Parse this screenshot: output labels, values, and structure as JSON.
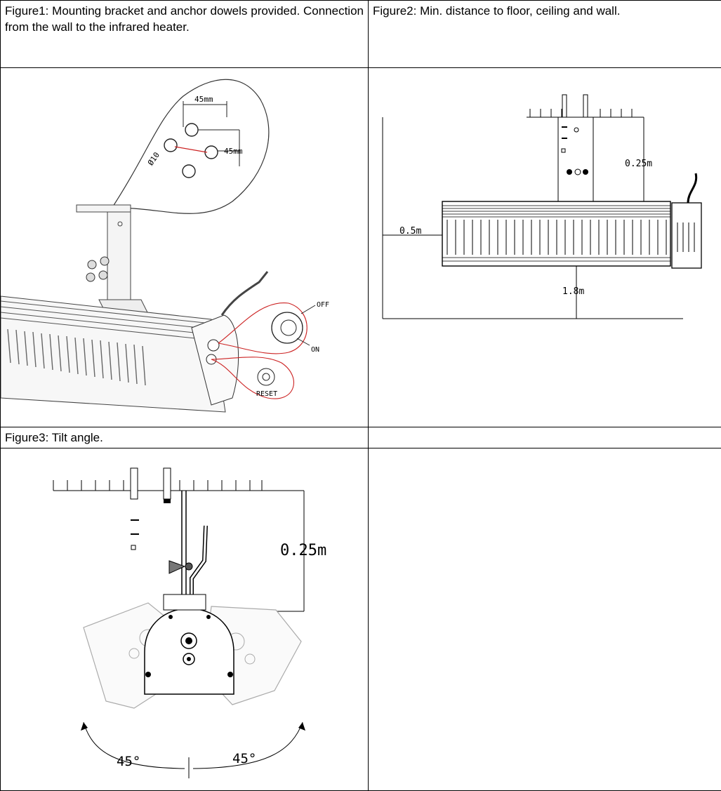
{
  "captions": {
    "fig1": "Figure1: Mounting bracket and anchor dowels provided. Connection from the wall to the infrared heater.",
    "fig2": "Figure2: Min. distance to floor, ceiling and wall.",
    "fig3": "Figure3: Tilt angle.",
    "empty": ""
  },
  "figure1": {
    "dim_horizontal": "45mm",
    "dim_vertical": "45mm",
    "hole_diameter": "Ø10",
    "switch_off": "OFF",
    "switch_on": "ON",
    "reset": "RESET"
  },
  "figure2": {
    "ceiling_distance": "0.25m",
    "wall_distance": "0.5m",
    "floor_distance": "1.8m"
  },
  "figure3": {
    "ceiling_distance": "0.25m",
    "angle_left": "45°",
    "angle_right": "45°"
  }
}
